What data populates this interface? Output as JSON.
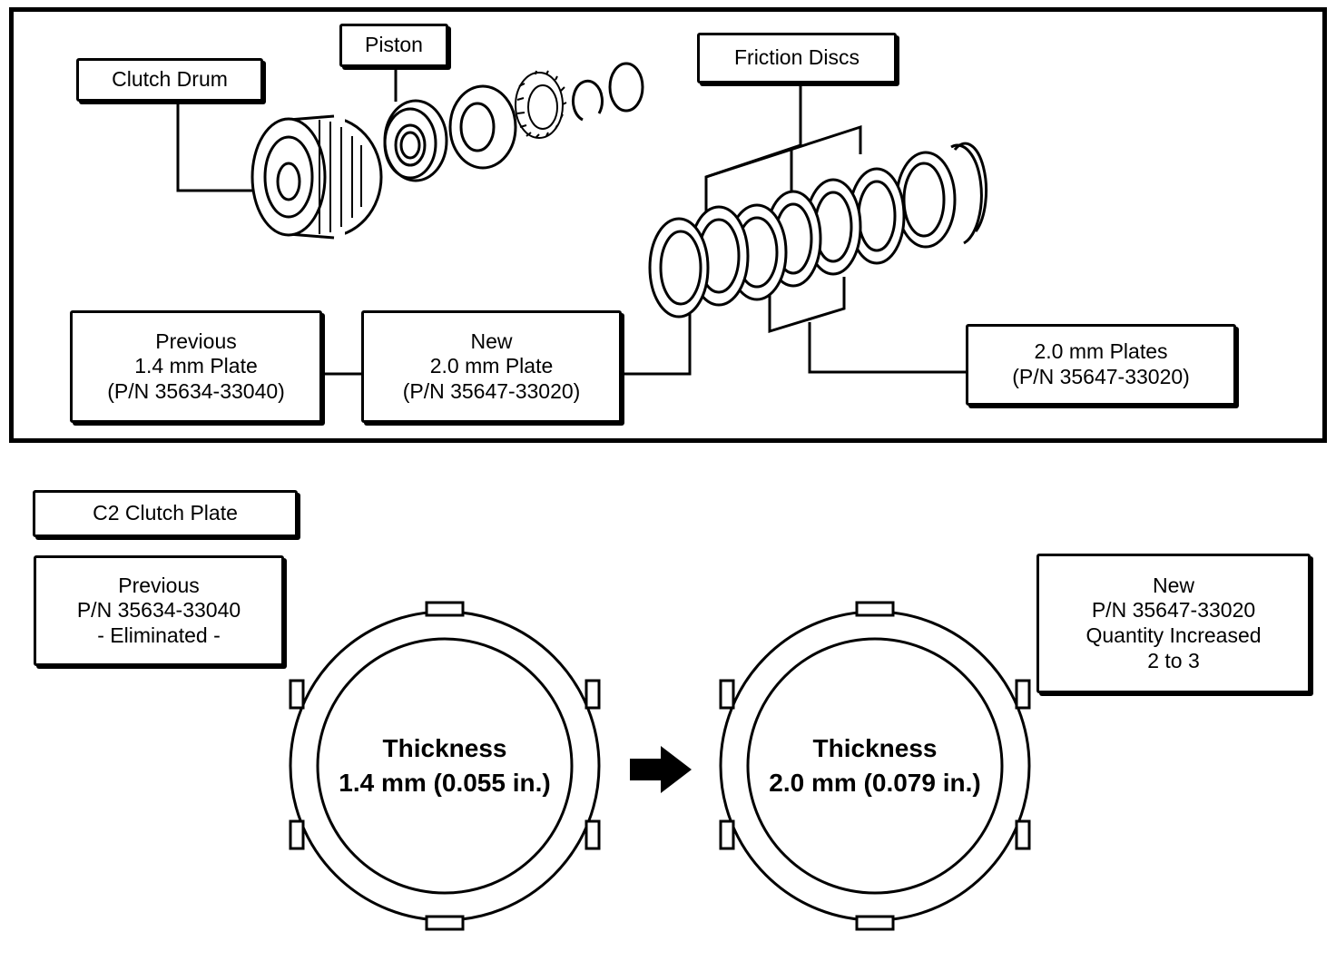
{
  "top_panel": {
    "clutch_drum": "Clutch Drum",
    "piston": "Piston",
    "friction_discs": "Friction Discs",
    "previous_plate": [
      "Previous",
      "1.4 mm Plate",
      "(P/N 35634-33040)"
    ],
    "new_plate": [
      "New",
      "2.0 mm Plate",
      "(P/N 35647-33020)"
    ],
    "plates_2mm": [
      "2.0 mm Plates",
      "(P/N 35647-33020)"
    ]
  },
  "bottom_panel": {
    "title": "C2 Clutch Plate",
    "previous_box": [
      "Previous",
      "P/N 35634-33040",
      "- Eliminated -"
    ],
    "new_box": [
      "New",
      "P/N 35647-33020",
      "Quantity Increased",
      "2 to 3"
    ],
    "old_plate_thickness": [
      "Thickness",
      "1.4 mm (0.055 in.)"
    ],
    "new_plate_thickness": [
      "Thickness",
      "2.0 mm (0.079 in.)"
    ]
  }
}
